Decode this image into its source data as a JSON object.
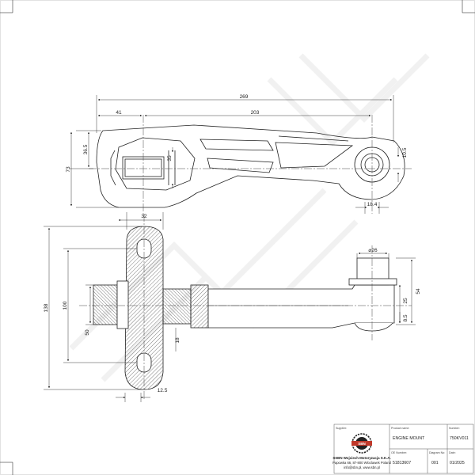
{
  "dimensions": {
    "overall_length": "269",
    "left_offset": "41",
    "hole_distance": "203",
    "height_top": "36.5",
    "height_total": "73",
    "slot_width": "35",
    "right_half": "10.5",
    "bore_width": "18.4",
    "side_width": "32",
    "side_height": "138",
    "inner_height": "100",
    "hub_height": "50",
    "web_thickness": "18",
    "base_thickness": "12.5",
    "pin_diameter": "⌀26",
    "pin_length": "54",
    "pin_inner": "25",
    "pin_step": "8.5"
  },
  "title_block": {
    "supplier_label": "Supplier:",
    "company_name": "SSBN Wojciech Motoryzacja S.K.A.",
    "company_address": "Papowka 66, 87-800 Wloclawek Poland",
    "company_contact": "info@sbn.pl, www.sbn.pl",
    "logo_text": "SBN",
    "product_name_label": "Product name:",
    "product_name": "ENGINE MOUNT",
    "number_label": "Number:",
    "number": "750KV011",
    "oe_number_label": "OE Number:",
    "oe_number": "51813607",
    "diagram_no_label": "Diagram No:",
    "diagram_no": "001",
    "date_label": "Date:",
    "date": "01/2025"
  }
}
